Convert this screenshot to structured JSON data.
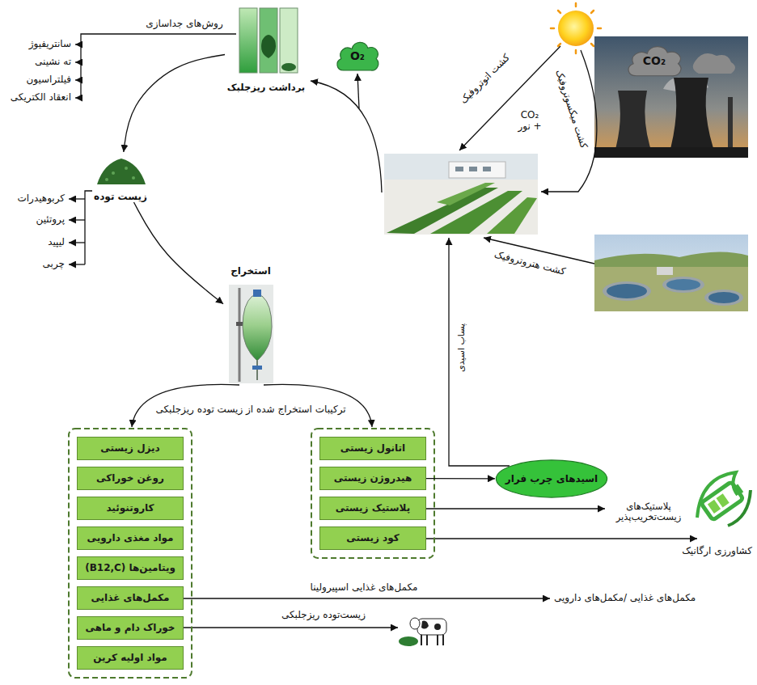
{
  "diagram": {
    "nodes": [
      {
        "text": [
          "برداشت ریزجلبک"
        ]
      },
      {
        "text": [
          "O₂"
        ]
      },
      {
        "text": [
          "CO₂"
        ]
      },
      {
        "text": [
          "زیست توده"
        ]
      },
      {
        "text": [
          "استخراج"
        ]
      },
      {
        "text": [
          "دیزل زیستی"
        ]
      },
      {
        "text": [
          "روغن خوراکی"
        ]
      },
      {
        "text": [
          "کاروتنوئید"
        ]
      },
      {
        "text": [
          "مواد مغذی دارویی"
        ]
      },
      {
        "text": [
          "ویتامین‌ها (B12,C)"
        ]
      },
      {
        "text": [
          "مکمل‌های غذایی"
        ]
      },
      {
        "text": [
          "خوراک دام و ماهی"
        ]
      },
      {
        "text": [
          "مواد اولیه کرین"
        ]
      },
      {
        "text": [
          "اتانول زیستی"
        ]
      },
      {
        "text": [
          "هیدروژن زیستی"
        ]
      },
      {
        "text": [
          "پلاستیک زیستی"
        ]
      },
      {
        "text": [
          "کود زیستی"
        ]
      },
      {
        "text": [
          "اسیدهای چرب فرار"
        ]
      }
    ],
    "edges": [
      {
        "from": 0,
        "to": 3,
        "arrow": "to"
      },
      {
        "from": 3,
        "to": 4,
        "arrow": "to"
      },
      {
        "from": 14,
        "to": 17,
        "arrow": "to"
      }
    ],
    "labels": [
      "روش‌های جداسازی",
      "سانتریفیوژ",
      "ته نشینی",
      "فیلتراسیون",
      "انعقاد الکتریکی",
      "کشت اتوتروفیک",
      "CO₂ + نور",
      "کشت میکسوتروفیک",
      "کشت هتروتروفیک",
      "کربوهیدرات",
      "پروتئین",
      "لیپید",
      "چربی",
      "ترکیبات استخراج شده از زیست توده ریزجلبکی",
      "پساب اسیدی",
      "پلاستیک‌های زیست‌تخریب‌پذیر",
      "کشاورزی ارگانیک",
      "مکمل‌های غذایی اسپیرولینا",
      "مکمل‌های غذایی /مکمل‌های دارویی",
      "زیست‌توده ریزجلبکی"
    ]
  }
}
